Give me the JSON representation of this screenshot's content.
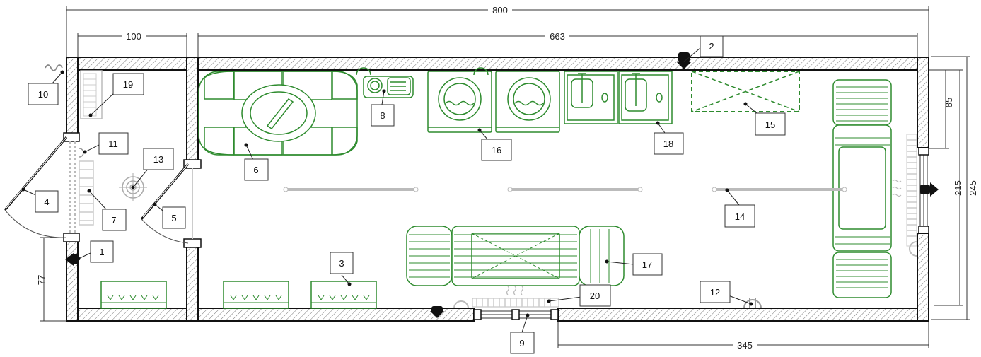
{
  "dimensions": {
    "total_length": "800",
    "entry_width": "100",
    "main_length": "663",
    "right_top": "85",
    "right_mid": "215",
    "right_full": "245",
    "left_bottom": "77",
    "bottom_right": "345"
  },
  "labels": {
    "n1": "1",
    "n2": "2",
    "n3": "3",
    "n4": "4",
    "n5": "5",
    "n6": "6",
    "n7": "7",
    "n8": "8",
    "n9": "9",
    "n10": "10",
    "n11": "11",
    "n12": "12",
    "n13": "13",
    "n14": "14",
    "n15": "15",
    "n16": "16",
    "n17": "17",
    "n18": "18",
    "n19": "19",
    "n20": "20"
  },
  "colors": {
    "fixture": "#2e8b2e",
    "wall_outline": "#111111",
    "rail": "#bbbbbb"
  }
}
